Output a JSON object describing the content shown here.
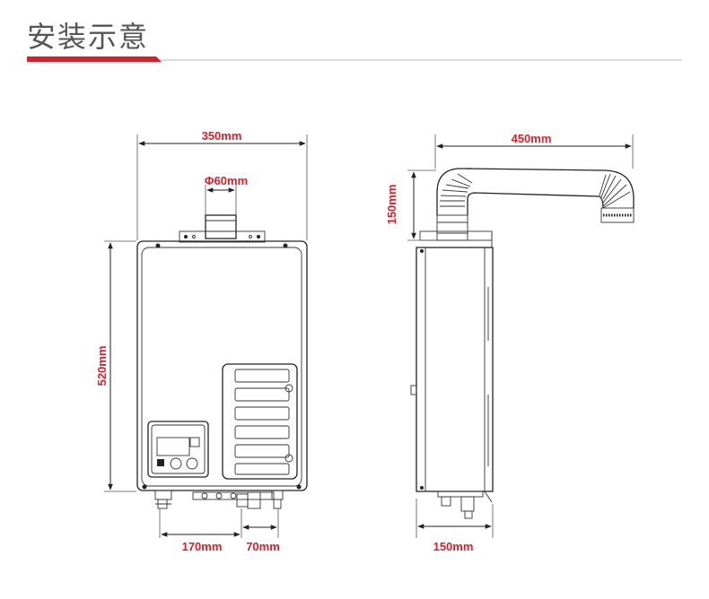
{
  "header": {
    "title": "安装示意"
  },
  "colors": {
    "accent": "#d7202a",
    "line": "#222222"
  },
  "dimensions": {
    "front_width": "350mm",
    "flue_diameter": "Φ60mm",
    "front_height": "520mm",
    "bottom_left": "170mm",
    "bottom_right": "70mm",
    "pipe_length": "450mm",
    "pipe_height": "150mm",
    "side_depth": "150mm"
  }
}
